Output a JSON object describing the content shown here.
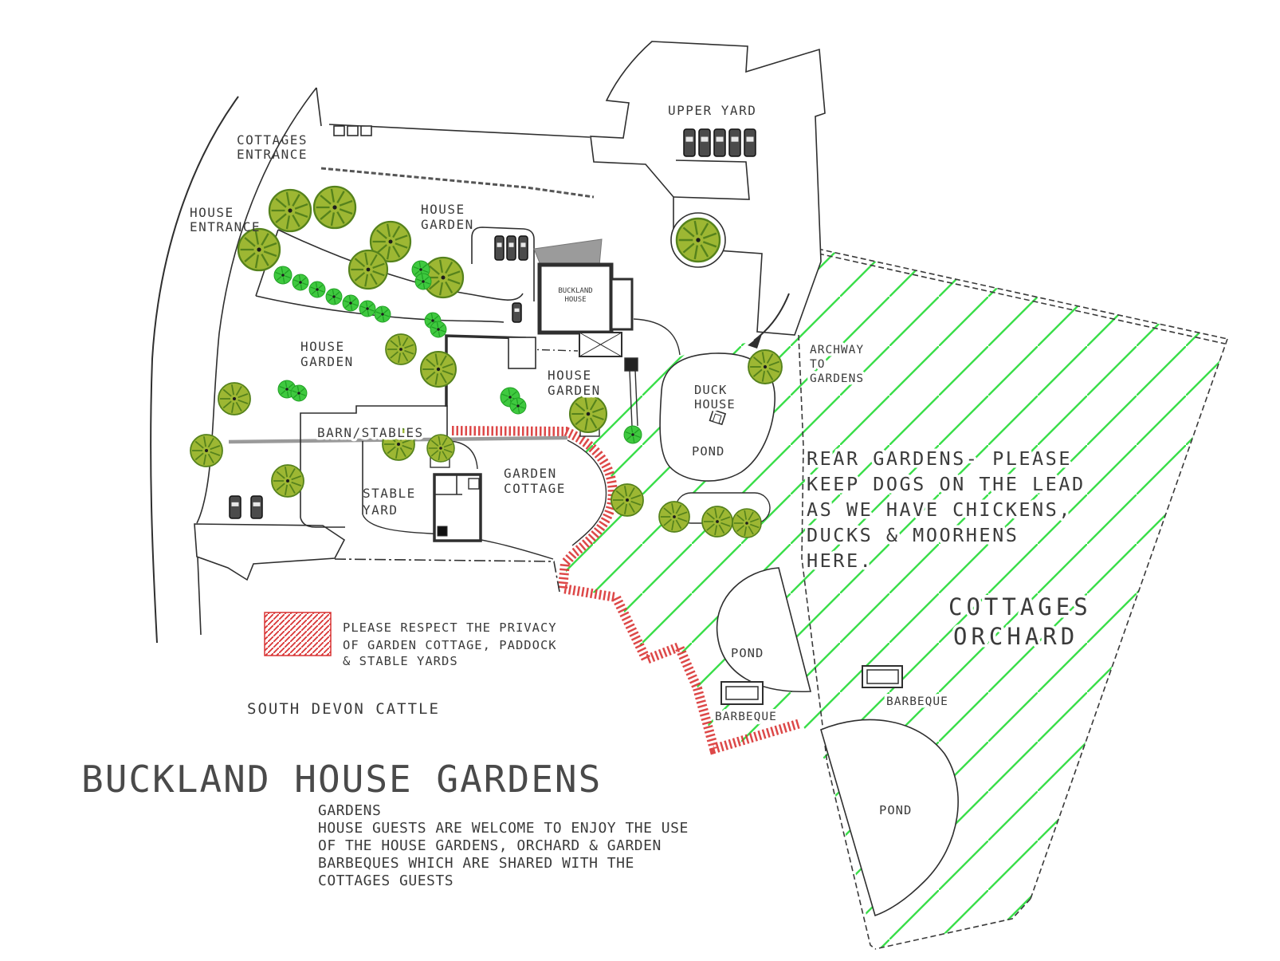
{
  "title": "BUCKLAND HOUSE GARDENS",
  "labels": {
    "cottages_entrance": [
      "COTTAGES",
      "ENTRANCE"
    ],
    "house_entrance": [
      "HOUSE",
      "ENTRANCE"
    ],
    "house_garden": [
      "HOUSE",
      "GARDEN"
    ],
    "upper_yard": "UPPER YARD",
    "buckland_house": [
      "BUCKLAND",
      "HOUSE"
    ],
    "duck_house_pond": [
      "DUCK",
      "HOUSE",
      "POND"
    ],
    "archway_to_gardens": [
      "ARCHWAY",
      "TO",
      "GARDENS"
    ],
    "barn_stables": "BARN/STABLES",
    "stable_yard": [
      "STABLE",
      "YARD"
    ],
    "garden_cottage": [
      "GARDEN",
      "COTTAGE"
    ],
    "cottages_orchard": [
      "COTTAGES",
      "ORCHARD"
    ],
    "pond": "POND",
    "barbeque": "BARBEQUE"
  },
  "notes": {
    "rear_gardens": [
      "REAR GARDENS- PLEASE",
      "KEEP DOGS ON THE LEAD",
      "AS WE HAVE CHICKENS,",
      "DUCKS & MOORHENS",
      "HERE."
    ],
    "privacy_legend": [
      "PLEASE RESPECT THE PRIVACY",
      "OF GARDEN COTTAGE, PADDOCK",
      "& STABLE YARDS"
    ],
    "south_devon_cattle": "SOUTH DEVON CATTLE",
    "gardens_info": [
      "GARDENS",
      "HOUSE GUESTS ARE WELCOME TO ENJOY THE USE",
      "OF THE HOUSE GARDENS, ORCHARD & GARDEN",
      "BARBEQUES WHICH ARE SHARED WITH THE",
      "COTTAGES GUESTS"
    ]
  },
  "icons": {
    "tree": "circle-with-radial-branches",
    "small_tree": "small-green-shrub",
    "car": "parking-car-rectangle",
    "barbeque_grill": "nested-rectangles",
    "duck_house": "tilted-square",
    "archway_arrow": "curved-arrow"
  },
  "colors": {
    "background": "#ffffff",
    "line": "#2f2f2f",
    "gray": "#9a9a9a",
    "tree_fill": "#9db733",
    "tree_stroke": "#55821c",
    "small_tree_fill": "#3fc93f",
    "small_tree_stroke": "#1f9e23",
    "orchard_hatch": "#3ade4a",
    "privacy_red": "#d93434",
    "text": "#3b3b3b"
  }
}
